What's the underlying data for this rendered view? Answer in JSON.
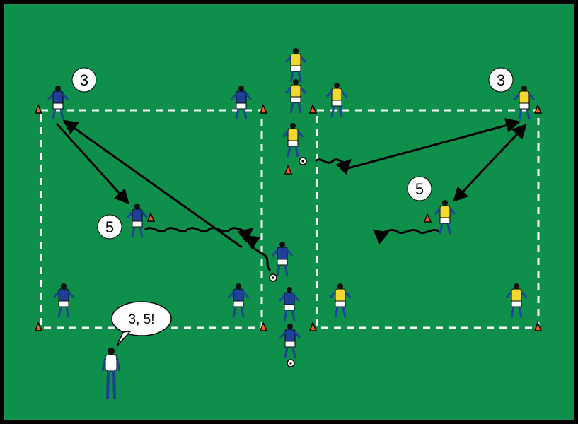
{
  "diagram": {
    "colors": {
      "pitch": "#0e8f4a",
      "border": "#000000",
      "lines": "#ffffff",
      "team_blue": "#1f3f9a",
      "team_yellow": "#f2d92b",
      "cone": "#ff5a1f",
      "coach_shirt": "#ffffff",
      "coach_pants": "#1d3f8f"
    },
    "markers": {
      "left_top": "3",
      "right_top": "3",
      "left_mid": "5",
      "right_mid": "5"
    },
    "speech": "3, 5!"
  }
}
